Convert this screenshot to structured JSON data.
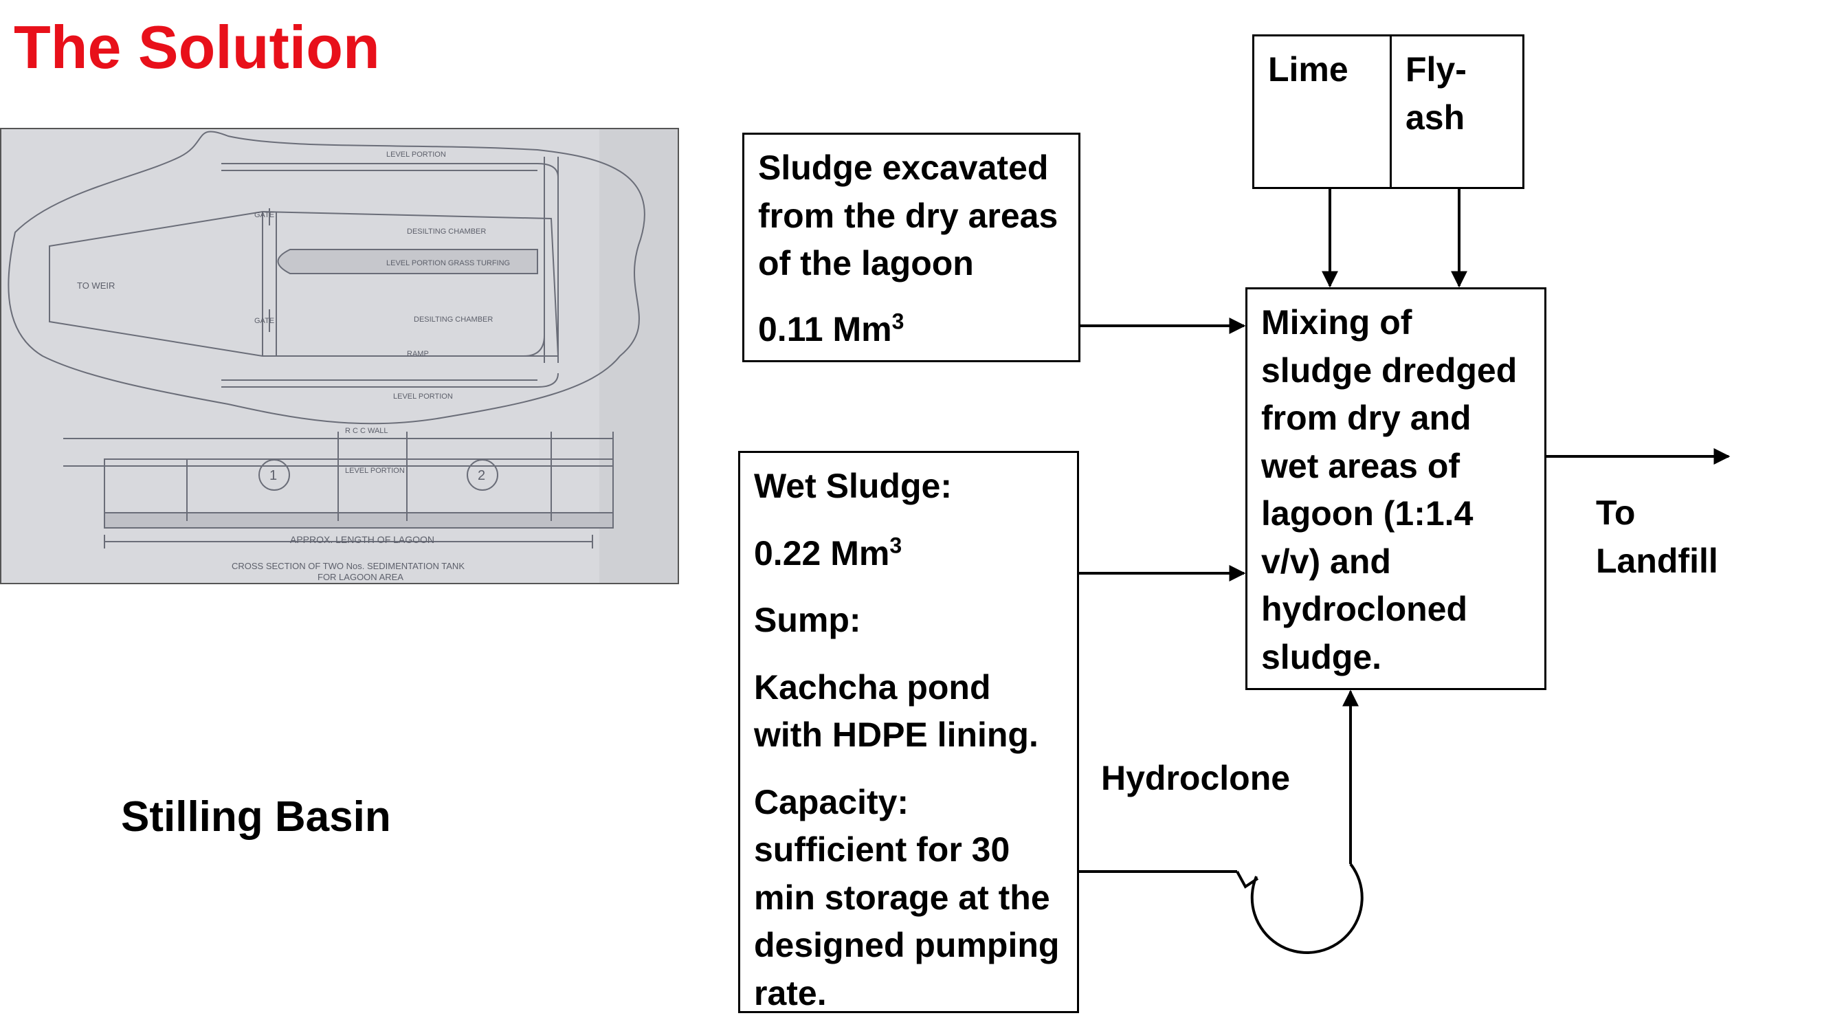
{
  "title": "The Solution",
  "photo": {
    "caption": "Stilling Basin",
    "labels": {
      "level_portion_top": "LEVEL PORTION",
      "desilting_chamber_1": "DESILTING CHAMBER",
      "level_portion_grass": "LEVEL PORTION GRASS TURFING",
      "desilting_chamber_2": "DESILTING CHAMBER",
      "ramp": "RAMP",
      "level_portion_bottom": "LEVEL PORTION",
      "to_weir": "TO WEIR",
      "gate_top": "GATE",
      "gate_bottom": "GATE",
      "rcc_wall": "R C C WALL",
      "cross_level_portion": "LEVEL PORTION",
      "approx_length": "APPROX. LENGTH OF LAGOON",
      "cross_section_1": "CROSS SECTION OF TWO Nos. SEDIMENTATION TANK",
      "cross_section_2": "FOR LAGOON AREA",
      "num1": "1",
      "num2": "2"
    }
  },
  "boxes": {
    "dry": {
      "text": "Sludge excavated from the dry areas of the lagoon",
      "volume": "0.11 Mm",
      "volume_sup": "3"
    },
    "wet": {
      "heading": "Wet Sludge:",
      "volume": "0.22 Mm",
      "volume_sup": "3",
      "sump_label": "Sump:",
      "sump_text": "Kachcha pond with HDPE lining.",
      "capacity_label": "Capacity:",
      "capacity_text": "sufficient for 30 min storage at the designed pumping rate."
    },
    "mixing": {
      "text": "Mixing of sludge dredged from dry and wet areas of lagoon (1:1.4 v/v) and hydrocloned sludge."
    },
    "additives": {
      "lime": "Lime",
      "flyash": "Fly-ash"
    }
  },
  "labels": {
    "to_landfill": "To Landfill",
    "hydroclone": "Hydroclone"
  }
}
